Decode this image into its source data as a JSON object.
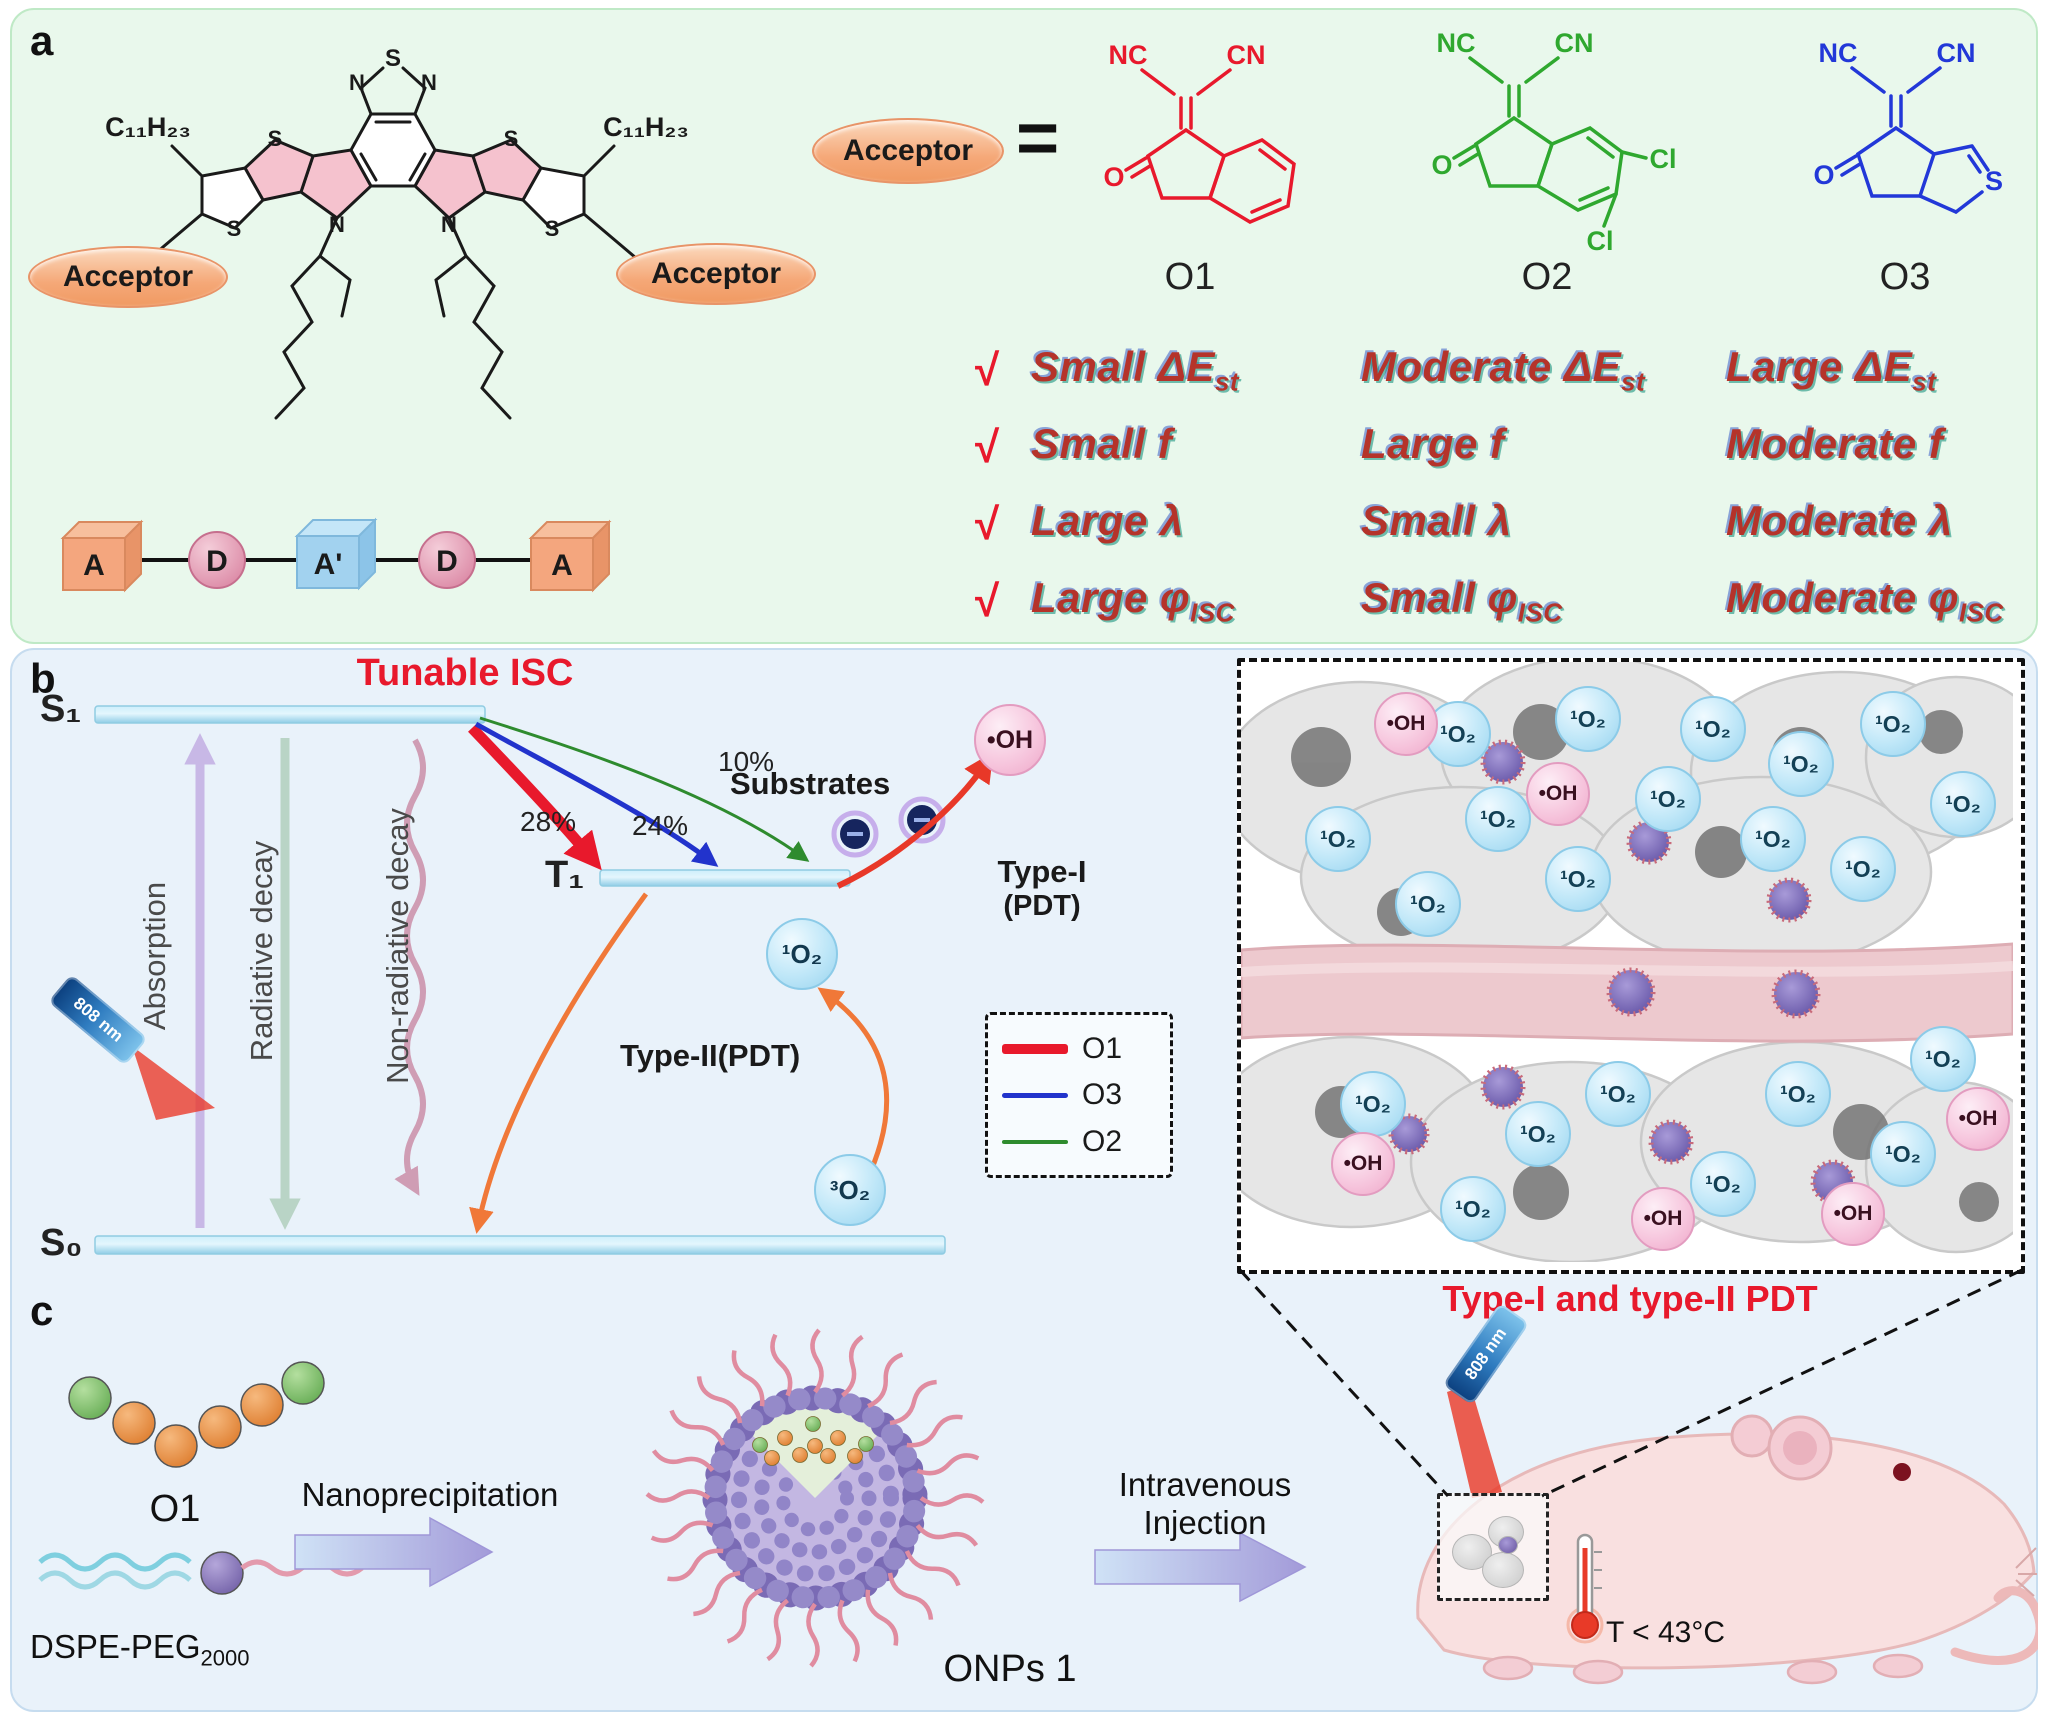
{
  "panel_a": {
    "label": "a",
    "molecule": {
      "alkyl_left": "C₁₁H₂₃",
      "alkyl_right": "C₁₁H₂₃",
      "atom_s": "S",
      "atom_n": "N",
      "acceptor_left": "Acceptor",
      "acceptor_right": "Acceptor"
    },
    "block_diagram": {
      "a_left": "A",
      "d_left": "D",
      "a_center": "A'",
      "d_right": "D",
      "a_right": "A"
    },
    "acceptor_key": {
      "label": "Acceptor",
      "equals": "="
    },
    "structures": {
      "o1": {
        "name": "O1",
        "nc": "NC",
        "cn": "CN",
        "ketone": "O",
        "color": "#e8192c"
      },
      "o2": {
        "name": "O2",
        "nc": "NC",
        "cn": "CN",
        "ketone": "O",
        "cl_1": "Cl",
        "cl_2": "Cl",
        "color": "#2fa82f"
      },
      "o3": {
        "name": "O3",
        "nc": "NC",
        "cn": "CN",
        "ketone": "O",
        "s": "S",
        "color": "#2238d8"
      }
    },
    "comparison": {
      "check": "√",
      "rows": [
        {
          "o1_text": "Small ΔE",
          "o1_sub": "st",
          "o2_text": "Moderate ΔE",
          "o2_sub": "st",
          "o3_text": "Large ΔE",
          "o3_sub": "st"
        },
        {
          "o1_text": "Small f",
          "o1_sub": "",
          "o2_text": "Large f",
          "o2_sub": "",
          "o3_text": "Moderate f",
          "o3_sub": ""
        },
        {
          "o1_text": "Large λ",
          "o1_sub": "",
          "o2_text": "Small λ",
          "o2_sub": "",
          "o3_text": "Moderate λ",
          "o3_sub": ""
        },
        {
          "o1_text": "Large φ",
          "o1_sub": "ISC",
          "o2_text": "Small φ",
          "o2_sub": "ISC",
          "o3_text": "Moderate φ",
          "o3_sub": "ISC"
        }
      ]
    }
  },
  "panel_b": {
    "label": "b",
    "title": "Tunable ISC",
    "states": {
      "s1": "S₁",
      "t1": "T₁",
      "s0": "S₀"
    },
    "transitions": {
      "absorption": "Absorption",
      "radiative": "Radiative decay",
      "nonradiative": "Non-radiative decay"
    },
    "isc_yields": {
      "o1": "28%",
      "o3": "24%",
      "o2": "10%"
    },
    "substrates": "Substrates",
    "type1": {
      "line1": "Type-I",
      "line2": "(PDT)"
    },
    "type2": "Type-II(PDT)",
    "species": {
      "oh": "•OH",
      "singlet": "¹O₂",
      "triplet": "³O₂"
    },
    "legend": [
      {
        "label": "O1",
        "color": "#e8192c"
      },
      {
        "label": "O3",
        "color": "#2233cc"
      },
      {
        "label": "O2",
        "color": "#2e8b2e"
      }
    ],
    "laser": "808 nm",
    "tumor_caption": "Type-I and type-II PDT"
  },
  "panel_c": {
    "label": "c",
    "o1_label": "O1",
    "dspe_text": "DSPE-PEG",
    "dspe_sub": "2000",
    "step1": "Nanoprecipitation",
    "onps": "ONPs 1",
    "step2": {
      "line1": "Intravenous",
      "line2": "Injection"
    },
    "laser": "808 nm",
    "temp": "T < 43°C"
  }
}
